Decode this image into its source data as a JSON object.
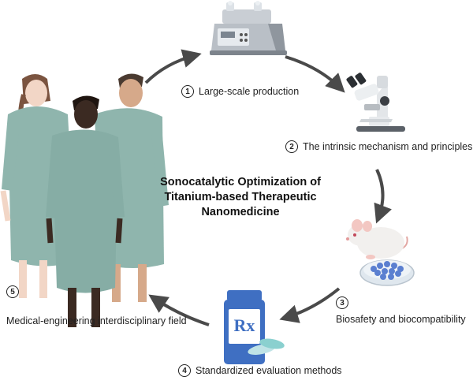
{
  "title_lines": [
    "Sonocatalytic Optimization of",
    "Titanium-based Therapeutic",
    "Nanomedicine"
  ],
  "steps": [
    {
      "number": "1",
      "label": "Large-scale production"
    },
    {
      "number": "2",
      "label": "The intrinsic mechanism and principles"
    },
    {
      "number": "3",
      "label": "Biosafety and biocompatibility"
    },
    {
      "number": "4",
      "label": "Standardized evaluation methods"
    },
    {
      "number": "5",
      "label": "Medical-engineering interdisciplinary field"
    }
  ],
  "bottle_label": "Rx",
  "colors": {
    "arrow": "#4a4a4a",
    "gown": "#8fb5ad",
    "bottle_cap": "#3f6fc2",
    "dish": "#5a7fd0"
  }
}
